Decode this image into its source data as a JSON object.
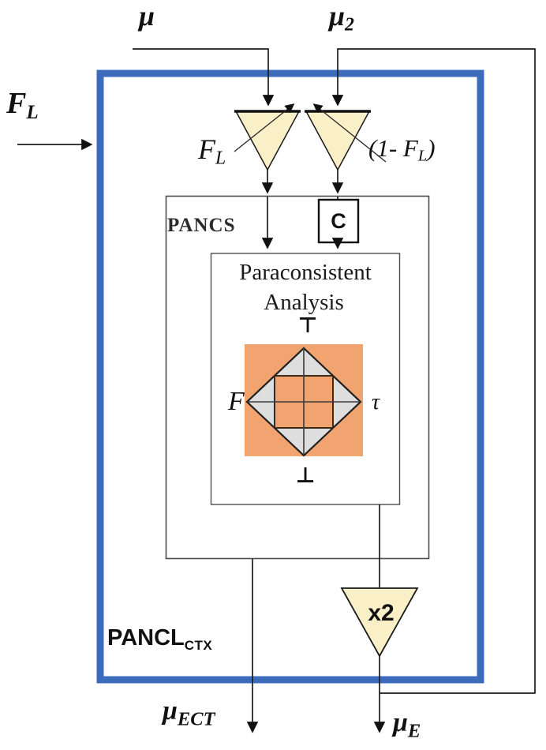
{
  "colors": {
    "frame_blue": "#3D6BBB",
    "funnel_fill": "#FAF0C8",
    "lattice_orange": "#F1A470",
    "lattice_gray": "#DEDEDE",
    "box_white": "#FFFFFF"
  },
  "inputs": {
    "mu": {
      "base": "μ"
    },
    "mu2": {
      "base": "μ",
      "sub": "2"
    },
    "fl": {
      "base": "F",
      "sub": "L"
    }
  },
  "funnels": {
    "left_gain": {
      "base": "F",
      "sub": "L"
    },
    "right_gain": {
      "pre": "(1- F",
      "sub": "L",
      "post": ")"
    }
  },
  "pancs": {
    "title": "PANCS",
    "c_block": "C"
  },
  "analysis": {
    "title_line1": "Paraconsistent",
    "title_line2": "Analysis",
    "lattice": {
      "top": "⊤",
      "bottom": "⊥",
      "left": "F",
      "right": "τ"
    }
  },
  "multiplier": {
    "label": "x2"
  },
  "frame": {
    "base": "PANCL",
    "sub": "CTX"
  },
  "outputs": {
    "mu_ect": {
      "base": "μ",
      "sub": "ECT"
    },
    "mu_e": {
      "base": "μ",
      "sub": "E"
    }
  }
}
